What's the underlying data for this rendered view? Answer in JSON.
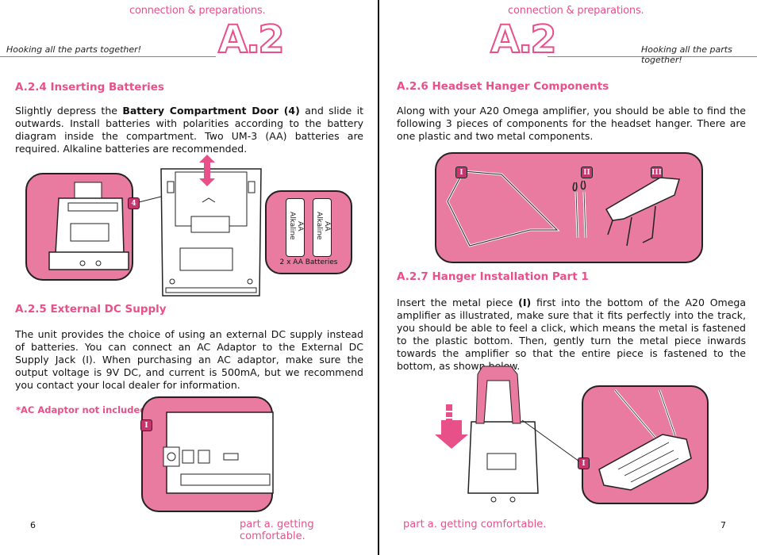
{
  "left": {
    "topic": "connection & preparations.",
    "code": "A.2",
    "hook": "Hooking all the parts together!",
    "s1_title": "A.2.4 Inserting Batteries",
    "s1_pre": "Slightly depress the ",
    "s1_bold": "Battery Compartment Door (4)",
    "s1_post": " and slide it outwards. Install batteries with polarities according to the battery diagram inside the compartment. Two UM-3 (AA) batteries are required. Alkaline batteries are recommended.",
    "callout_4": "4",
    "battery_label_aa": "AA",
    "battery_label_alk": "Alkaline",
    "battery_caption": "2 x AA Batteries",
    "s2_title": "A.2.5 External DC Supply",
    "s2_text": "The unit provides the choice of using an external DC supply instead of batteries. You can connect an AC Adaptor to the External DC Supply Jack (I). When purchasing an AC adaptor, make sure the output voltage is 9V DC, and current is 500mA, but we recommend you contact your local dealer for information.",
    "s2_note": "*AC Adaptor not included!",
    "callout_I": "I",
    "page_num": "6",
    "footer": "part a. getting comfortable."
  },
  "right": {
    "topic": "connection & preparations.",
    "code": "A.2",
    "hook": "Hooking all the parts together!",
    "s1_title": "A.2.6 Headset Hanger Components",
    "s1_text": "Along with your A20 Omega amplifier, you should be able to find the following 3 pieces of components for the headset hanger. There are one plastic and two metal components.",
    "parts": [
      "I",
      "II",
      "III"
    ],
    "s2_title": "A.2.7 Hanger Installation Part 1",
    "s2_pre": "Insert the metal piece ",
    "s2_bold": "(I)",
    "s2_post": " first into the bottom of the A20 Omega amplifier as illustrated, make sure that it fits perfectly into the track, you should be able to feel a click, which means the metal is fastened to the plastic bottom. Then, gently turn the metal piece inwards towards the amplifier so that the entire piece is fastened to the bottom, as shown below.",
    "callout_I": "I",
    "page_num": "7",
    "footer": "part a. getting comfortable."
  },
  "colors": {
    "accent": "#e8508a",
    "panel": "#e97aa0"
  }
}
